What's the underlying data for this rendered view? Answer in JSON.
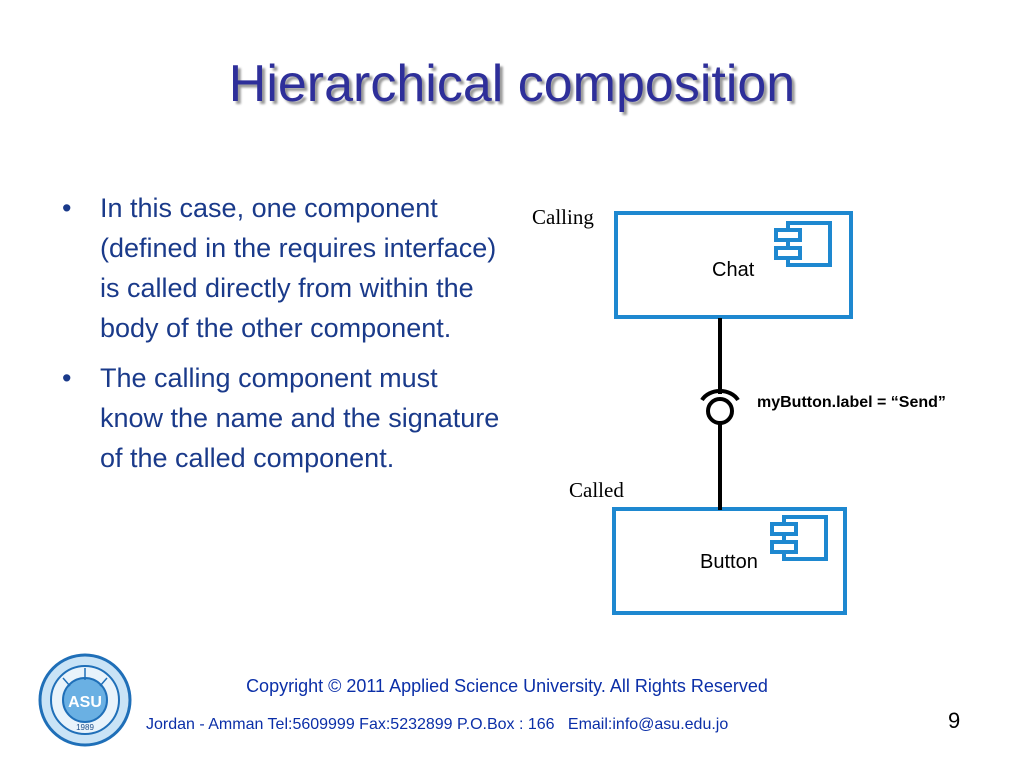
{
  "slide": {
    "title": "Hierarchical composition",
    "bullets": [
      "In this case, one component (defined in the requires interface) is called directly from within the body of the other component.",
      "The calling component must know the name and the signature of the called component."
    ],
    "bullet_glyph": "•"
  },
  "diagram": {
    "calling_label": "Calling",
    "called_label": "Called",
    "top_component": "Chat",
    "bottom_component": "Button",
    "interface_label": "myButton.label = “Send”",
    "box_color": "#1e88d0"
  },
  "footer": {
    "copyright": "Copyright  © 2011 Applied Science University. All Rights Reserved",
    "contact": "Jordan - Amman Tel:5609999 Fax:5232899 P.O.Box : 166   Email:info@asu.edu.jo",
    "page_number": "9",
    "logo_text": "ASU",
    "logo_year": "1989"
  }
}
